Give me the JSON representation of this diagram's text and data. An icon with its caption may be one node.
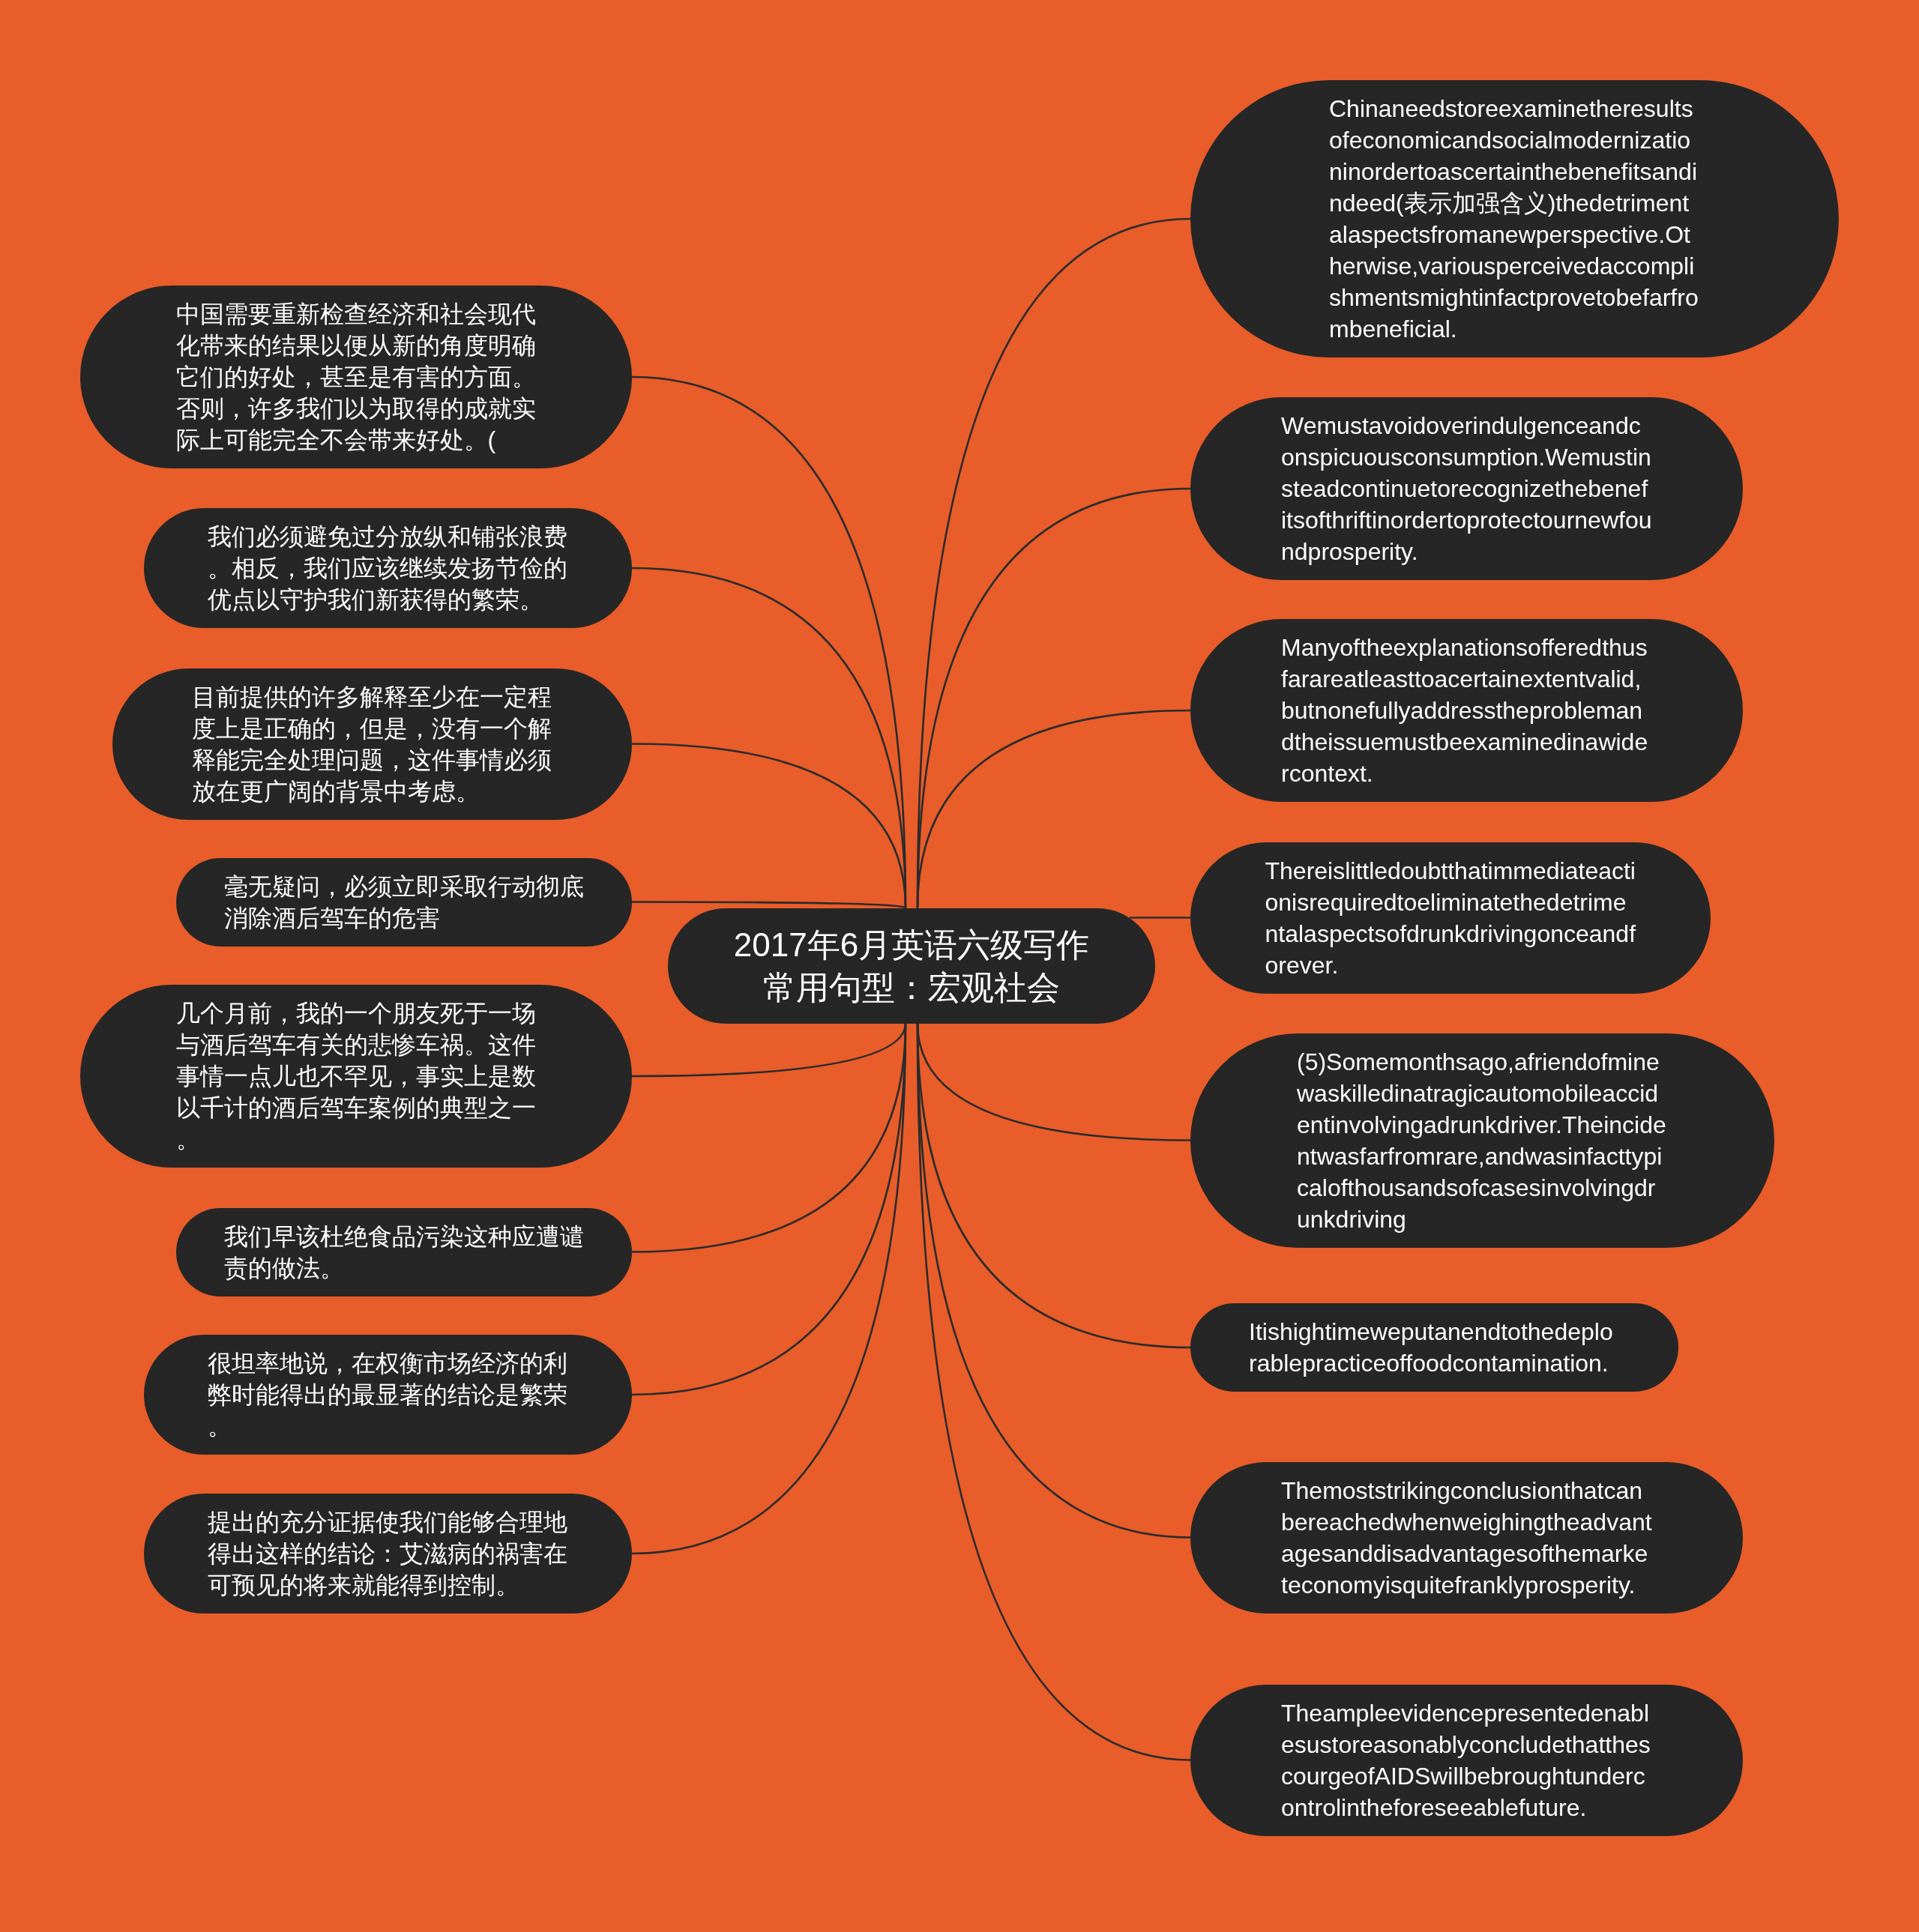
{
  "diagram": {
    "nodes": [
      {
        "text": [
          "2017年6月英语六级写作常用句型：宏观社会"
        ]
      },
      {
        "text": [
          "中国需要重新检查经济和社会现代化带来的结果以便从新的角度明确它们的好处，甚至是有害的方面。否则，许多我们以为取得的成就实际上可能完全不会带来好处。("
        ]
      },
      {
        "text": [
          "我们必须避免过分放纵和铺张浪费。相反，我们应该继续发扬节俭的优点以守护我们新获得的繁荣。"
        ]
      },
      {
        "text": [
          "目前提供的许多解释至少在一定程度上是正确的，但是，没有一个解释能完全处理问题，这件事情必须放在更广阔的背景中考虑。"
        ]
      },
      {
        "text": [
          "毫无疑问，必须立即采取行动彻底消除酒后驾车的危害"
        ]
      },
      {
        "text": [
          "几个月前，我的一个朋友死于一场与酒后驾车有关的悲惨车祸。这件事情一点儿也不罕见，事实上是数以千计的酒后驾车案例的典型之一。"
        ]
      },
      {
        "text": [
          "我们早该杜绝食品污染这种应遭谴责的做法。"
        ]
      },
      {
        "text": [
          "很坦率地说，在权衡市场经济的利弊时能得出的最显著的结论是繁荣。"
        ]
      },
      {
        "text": [
          "提出的充分证据使我们能够合理地得出这样的结论：艾滋病的祸害在可预见的将来就能得到控制。"
        ]
      },
      {
        "text": [
          "Chinaneedstoreexaminetheresultsofeconomicandsocialmodernizationinordertoascertainthebenefitsandindeed(表示加强含义)thedetrimentalaspectsfromanewperspective.Otherwise,variousperceivedaccomplishmentsmightinfactprovetobefarfrombeneficial."
        ]
      },
      {
        "text": [
          "Wemustavoidoverindulgenceandconspicuousconsumption.Wemustinsteadcontinuetorecognizethebenefitsofthriftinordertoprotectournewfoundprosperity."
        ]
      },
      {
        "text": [
          "Manyoftheexplanationsofferedthusfarareatleasttoacertainextentvalid,butnonefullyaddresstheproblemandtheissuemustbeexaminedinawidercontext."
        ]
      },
      {
        "text": [
          "Thereislittledoubtthatimmediateactionisrequiredtoeliminatethedetrimentalaspectsofdrunkdrivingonceandforever."
        ]
      },
      {
        "text": [
          "(5)Somemonthsago,afriendofminewaskilledinatragicautomobileaccidentinvolvingadrunkdriver.Theincidentwasfarfromrare,andwasinfacttypicalofthousandsofcasesinvolvingdrunkdriving"
        ]
      },
      {
        "text": [
          "Itishightimeweputanendtothedeplorablepracticeoffoodcontamination."
        ]
      },
      {
        "text": [
          "Themoststrikingconclusionthatcanbereachedwhenweighingtheadvantagesanddisadvantagesofthemarketeconomyisquitefranklyprosperity."
        ]
      },
      {
        "text": [
          "TheampleevidencepresentedenablesustoreasonablyconcludethatthescourgeofAIDSwillbebroughtundercontrolintheforeseeablefuture."
        ]
      }
    ],
    "edges": [
      {
        "from": 0,
        "to": 1,
        "arrow": "none"
      },
      {
        "from": 0,
        "to": 2,
        "arrow": "none"
      },
      {
        "from": 0,
        "to": 3,
        "arrow": "none"
      },
      {
        "from": 0,
        "to": 4,
        "arrow": "none"
      },
      {
        "from": 0,
        "to": 5,
        "arrow": "none"
      },
      {
        "from": 0,
        "to": 6,
        "arrow": "none"
      },
      {
        "from": 0,
        "to": 7,
        "arrow": "none"
      },
      {
        "from": 0,
        "to": 8,
        "arrow": "none"
      },
      {
        "from": 0,
        "to": 9,
        "arrow": "none"
      },
      {
        "from": 0,
        "to": 10,
        "arrow": "none"
      },
      {
        "from": 0,
        "to": 11,
        "arrow": "none"
      },
      {
        "from": 0,
        "to": 12,
        "arrow": "none"
      },
      {
        "from": 0,
        "to": 13,
        "arrow": "none"
      },
      {
        "from": 0,
        "to": 14,
        "arrow": "none"
      },
      {
        "from": 0,
        "to": 15,
        "arrow": "none"
      },
      {
        "from": 0,
        "to": 16,
        "arrow": "none"
      }
    ]
  }
}
